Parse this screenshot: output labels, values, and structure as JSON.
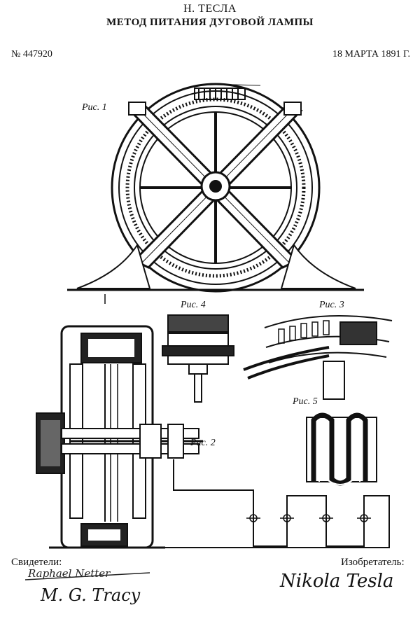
{
  "header": {
    "author": "Н. ТЕСЛА",
    "title": "МЕТОД ПИТАНИЯ ДУГОВОЙ ЛАМПЫ",
    "patent_number": "№ 447920",
    "date": "18 МАРТА 1891 Г."
  },
  "figures": {
    "fig1": "Рис. 1",
    "fig2": "Рис. 2",
    "fig3": "Рис. 3",
    "fig4": "Рис. 4",
    "fig5": "Рис. 5"
  },
  "footer": {
    "witnesses_label": "Свидетели:",
    "inventor_label": "Изобретатель:"
  },
  "signatures": {
    "witness_1": "Raphael Netter",
    "witness_2": "M. G. Tracy",
    "inventor": "Nikola Tesla"
  }
}
